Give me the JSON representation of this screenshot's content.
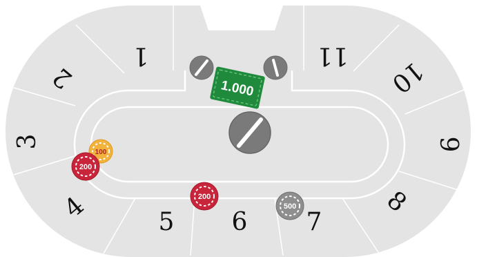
{
  "table": {
    "felt_color": "#e4e4e4",
    "line_color": "#ffffff",
    "seats": [
      {
        "id": "1",
        "label": "1"
      },
      {
        "id": "2",
        "label": "2"
      },
      {
        "id": "3",
        "label": "3"
      },
      {
        "id": "4",
        "label": "4"
      },
      {
        "id": "5",
        "label": "5"
      },
      {
        "id": "6",
        "label": "6"
      },
      {
        "id": "7",
        "label": "7"
      },
      {
        "id": "8",
        "label": "8"
      },
      {
        "id": "9",
        "label": "9"
      },
      {
        "id": "10",
        "label": "10"
      },
      {
        "id": "11",
        "label": "11"
      }
    ]
  },
  "chips": {
    "chip_100": {
      "label": "100",
      "color": "#f2b33d"
    },
    "chip_200_seat3": {
      "label": "200",
      "color": "#c8243a"
    },
    "chip_200_seat5": {
      "label": "200",
      "color": "#c8243a"
    },
    "chip_500": {
      "label": "500",
      "color": "#8e8e8e"
    }
  },
  "plaque": {
    "label": "1.000",
    "color": "#1f8a3c"
  },
  "dealer_buttons": [
    {
      "id": "left",
      "icon": "slash-disc-icon",
      "color": "#7a7a7a"
    },
    {
      "id": "right",
      "icon": "slash-disc-icon",
      "color": "#7a7a7a"
    },
    {
      "id": "center",
      "icon": "slash-disc-icon",
      "color": "#7a7a7a"
    }
  ]
}
